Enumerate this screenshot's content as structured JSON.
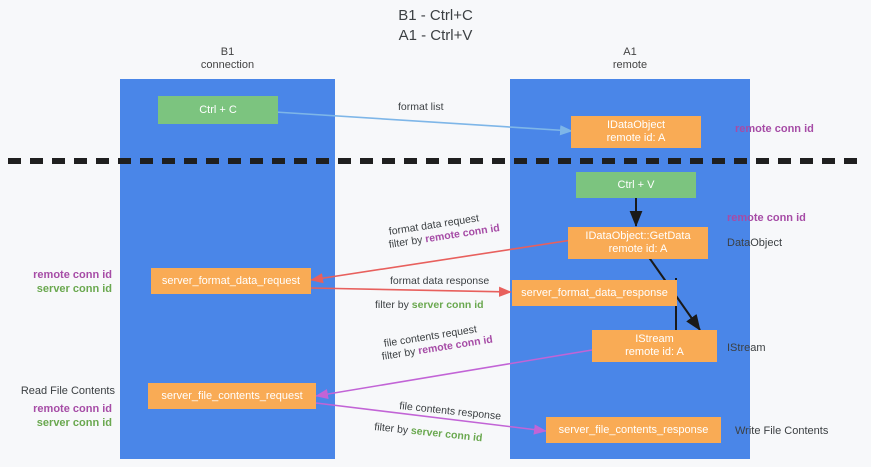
{
  "title": "B1 - Ctrl+C\nA1 - Ctrl+V",
  "lanes": [
    {
      "name": "left-lane",
      "header": "B1\nconnection"
    },
    {
      "name": "right-lane",
      "header": "A1\nremote"
    }
  ],
  "nodes": {
    "ctrl_c": "Ctrl + C",
    "ctrl_v": "Ctrl + V",
    "idataobject": "IDataObject\nremote id: A",
    "idataobject_getdata": "IDataObject::GetData\nremote id: A",
    "istream": "IStream\nremote id: A",
    "server_format_data_request": "server_format_data_request",
    "server_format_data_response": "server_format_data_response",
    "server_file_contents_request": "server_file_contents_request",
    "server_file_contents_response": "server_file_contents_response"
  },
  "edges": {
    "format_list": "format list",
    "format_data_request": "format data request",
    "format_data_request_filter_prefix": "filter by ",
    "format_data_request_filter_key": "remote conn id",
    "format_data_response": "format data response",
    "format_data_response_filter_prefix": "filter by ",
    "format_data_response_filter_key": "server conn id",
    "file_contents_request": "file contents request",
    "file_contents_request_filter_prefix": "filter by ",
    "file_contents_request_filter_key": "remote conn id",
    "file_contents_response": "file contents response",
    "file_contents_response_filter_prefix": "filter by ",
    "file_contents_response_filter_key": "server conn id"
  },
  "margin_labels": {
    "right_remote_conn_id_top": "remote conn id",
    "right_remote_conn_id_mid": "remote conn id",
    "right_dataobject": "DataObject",
    "right_istream": "IStream",
    "right_write_file_contents": "Write File Contents",
    "left_remote_conn_id": "remote conn id",
    "left_server_conn_id": "server conn id",
    "left_read_file_contents": "Read File Contents",
    "left_remote_conn_id_2": "remote conn id",
    "left_server_conn_id_2": "server conn id"
  },
  "colors": {
    "lane": "#4a86e8",
    "node_orange": "#f9ab55",
    "node_green": "#7cc47f",
    "purple": "#a64ca6",
    "green": "#6aa84f",
    "red_arrow": "#e8605d",
    "magenta_arrow": "#c264d6",
    "blue_arrow": "#7eb6e8",
    "divider": "#1f1f1f"
  }
}
